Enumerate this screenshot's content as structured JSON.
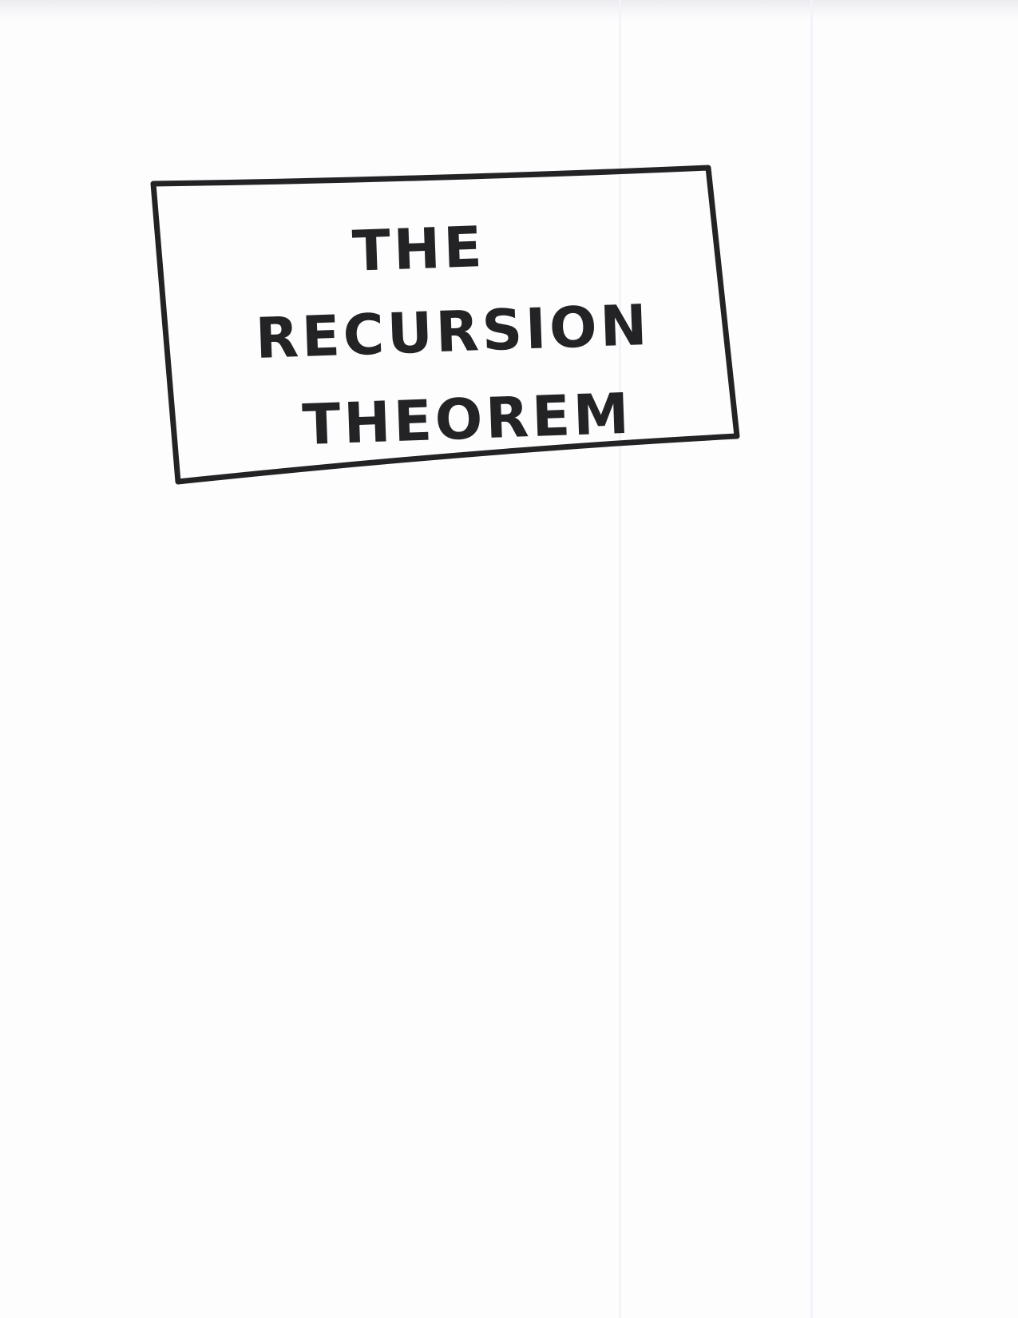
{
  "page": {
    "title_lines": [
      "THE",
      "RECURSION",
      "THEOREM"
    ]
  },
  "colors": {
    "paper": "#fdfdfe",
    "ink": "#232326"
  }
}
